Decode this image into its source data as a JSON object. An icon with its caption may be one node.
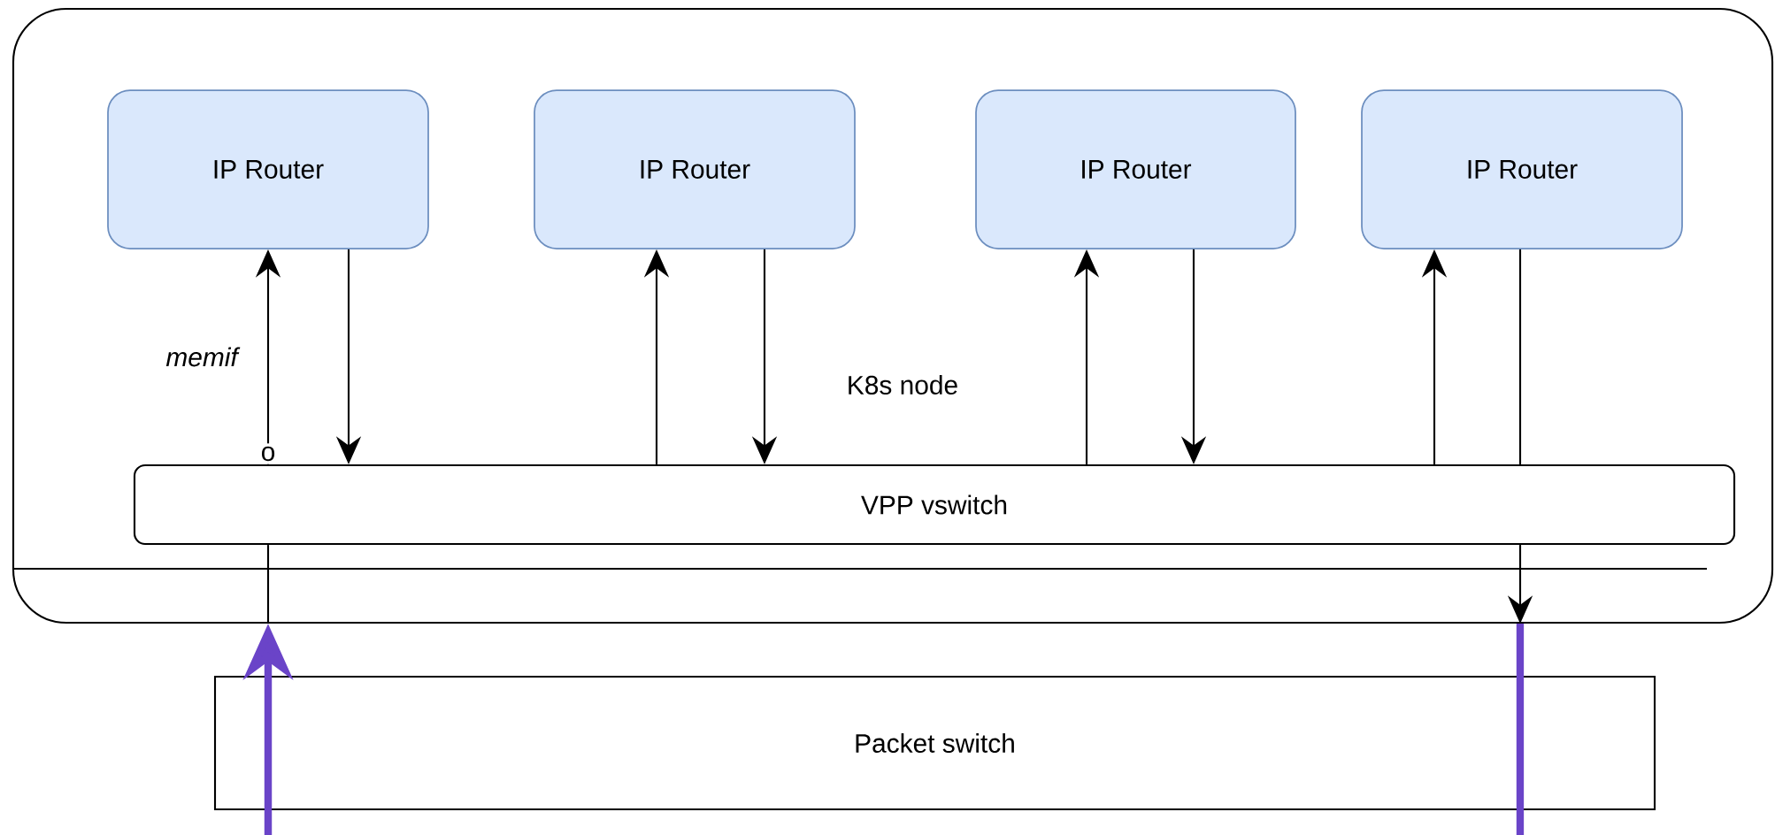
{
  "diagram": {
    "nodes": [
      {
        "text": [
          "K8s node"
        ]
      },
      {
        "text": [
          "IP Router"
        ],
        "in": 0
      },
      {
        "text": [
          "IP Router"
        ],
        "in": 0
      },
      {
        "text": [
          "IP Router"
        ],
        "in": 0
      },
      {
        "text": [
          "IP Router"
        ],
        "in": 0
      },
      {
        "text": [
          "VPP vswitch"
        ],
        "in": 0
      },
      {
        "text": [
          "Packet switch"
        ]
      }
    ],
    "edges": [
      {
        "from": 5,
        "to": 1,
        "arrow": "to",
        "label": "memif"
      },
      {
        "from": 1,
        "to": 5,
        "arrow": "to"
      },
      {
        "from": 5,
        "to": 2,
        "arrow": "to"
      },
      {
        "from": 2,
        "to": 5,
        "arrow": "to"
      },
      {
        "from": 5,
        "to": 3,
        "arrow": "to"
      },
      {
        "from": 3,
        "to": 5,
        "arrow": "to"
      },
      {
        "from": 5,
        "to": 4,
        "arrow": "to"
      },
      {
        "from": 4,
        "to": 5,
        "arrow": "none"
      },
      {
        "from": null,
        "to": 0,
        "arrow": "to",
        "style": "thick",
        "color": "#6a44c8"
      },
      {
        "from": 0,
        "to": 5,
        "arrow": "none"
      },
      {
        "from": 5,
        "to": 0,
        "arrow": "to"
      },
      {
        "from": 0,
        "to": null,
        "arrow": "none",
        "style": "thick",
        "color": "#6a44c8"
      }
    ],
    "labels": [
      "o"
    ]
  }
}
